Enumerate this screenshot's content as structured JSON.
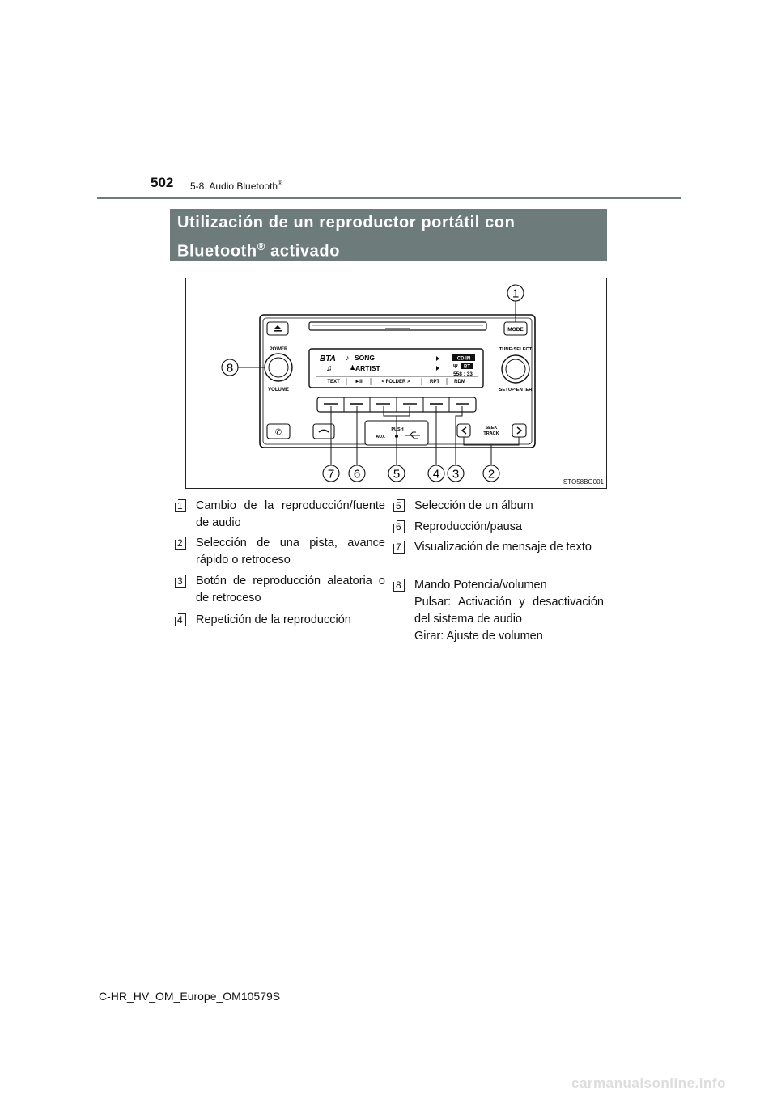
{
  "header": {
    "page_number": "502",
    "section": "5-8. Audio Bluetooth",
    "section_mark": "®"
  },
  "banner": {
    "line1": "Utilización de un reproductor portátil con",
    "line2": "Bluetooth",
    "mark": "®",
    "line2_rest": " activado"
  },
  "figure": {
    "code": "STO58BG001",
    "callouts": [
      "1",
      "2",
      "3",
      "4",
      "5",
      "6",
      "7",
      "8"
    ],
    "panel_labels": {
      "mode": "MODE",
      "power": "POWER",
      "volume": "VOLUME",
      "tune_select": "TUNE·SELECT",
      "setup_enter": "SETUP·ENTER",
      "push": "PUSH",
      "aux": "AUX",
      "seek": "SEEK",
      "track": "TRACK"
    },
    "display": {
      "source": "BTA",
      "song": "SONG",
      "artist": "ARTIST",
      "cd_in": "CD IN",
      "bt": "BT",
      "time": "558 : 33",
      "softkeys": [
        "TEXT",
        "►II",
        "<  FOLDER  >",
        "RPT",
        "RDM"
      ]
    }
  },
  "legend": [
    {
      "num": "1",
      "text": "Cambio de la reproducción/fuente de audio"
    },
    {
      "num": "2",
      "text": "Selección de una pista, avance rápido o retroceso"
    },
    {
      "num": "3",
      "text": "Botón de reproducción aleatoria o de retroceso"
    },
    {
      "num": "4",
      "text": "Repetición de la reproducción"
    },
    {
      "num": "5",
      "text": "Selección de un álbum"
    },
    {
      "num": "6",
      "text": "Reproducción/pausa"
    },
    {
      "num": "7",
      "text": "Visualización de mensaje de texto"
    },
    {
      "num": "8",
      "text": "Mando Potencia/volumen",
      "sub": [
        "Pulsar: Activación y desactivación del sistema de audio",
        "Girar: Ajuste de volumen"
      ]
    }
  ],
  "footer": {
    "doc_id": "C-HR_HV_OM_Europe_OM10579S"
  },
  "watermark": "carmanualsonline.info"
}
